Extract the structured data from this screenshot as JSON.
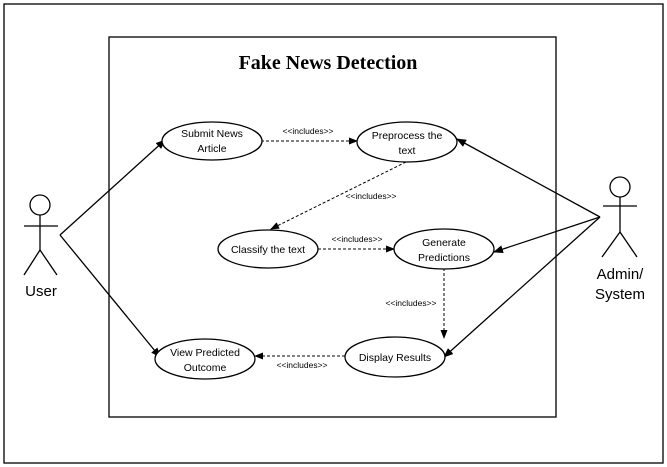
{
  "diagram": {
    "title": "Fake News Detection",
    "actors": {
      "user": "User",
      "admin_line1": "Admin/",
      "admin_line2": "System"
    },
    "use_cases": {
      "submit": [
        "Submit News",
        "Article"
      ],
      "preprocess": [
        "Preprocess the",
        "text"
      ],
      "classify": "Classify the text",
      "generate": [
        "Generate",
        "Predictions"
      ],
      "view": [
        "View Predicted",
        "Outcome"
      ],
      "display": "Display Results"
    },
    "relationship_label": "<<includes>>"
  }
}
